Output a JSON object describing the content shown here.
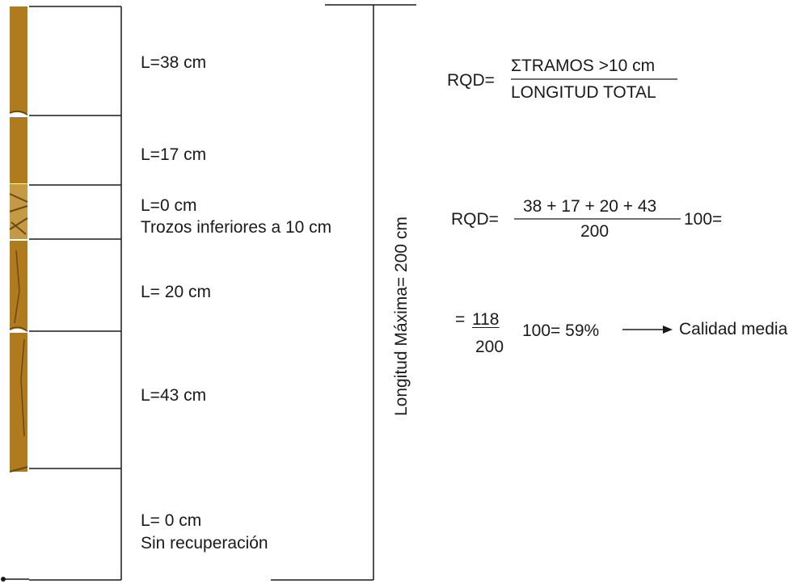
{
  "segments": [
    {
      "line1": "L=38 cm",
      "line2": ""
    },
    {
      "line1": "L=17 cm",
      "line2": ""
    },
    {
      "line1": "L=0 cm",
      "line2": "Trozos inferiores a 10 cm"
    },
    {
      "line1": "L= 20 cm",
      "line2": ""
    },
    {
      "line1": "L=43 cm",
      "line2": ""
    },
    {
      "line1": "L= 0 cm",
      "line2": "Sin recuperación"
    }
  ],
  "total_length_label": "Longitud Máxima= 200 cm",
  "formula_definition": {
    "lhs": "RQD=",
    "numerator": "ΣTRAMOS >10 cm",
    "denominator": "LONGITUD TOTAL"
  },
  "formula_substitution": {
    "lhs": "RQD=",
    "numerator": "38 + 17 + 20 + 43",
    "denominator": "200",
    "multiplier": "100="
  },
  "formula_result": {
    "lhs": "=",
    "numerator": "118",
    "denominator": "200",
    "rest": "100= 59%",
    "arrow_target": "Calidad media"
  },
  "colors": {
    "core": "#b07a1e",
    "core_dark": "#6b4a12",
    "lines": "#1a1a1a"
  }
}
